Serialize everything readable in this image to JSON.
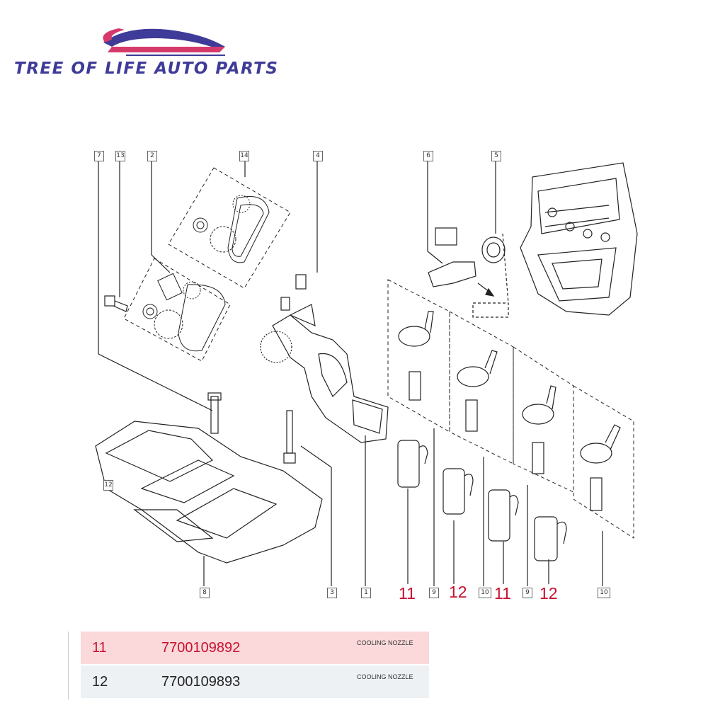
{
  "brand": {
    "name": "TREE OF LIFE AUTO PARTS"
  },
  "diagram": {
    "part_tags": [
      "7",
      "13",
      "2",
      "14",
      "4",
      "6",
      "5",
      "12",
      "8",
      "3",
      "1",
      "9",
      "10",
      "9",
      "10"
    ],
    "callouts": [
      "11",
      "12",
      "11",
      "12"
    ]
  },
  "table": {
    "rows": [
      {
        "num": "11",
        "part": "7700109892",
        "desc": "COOLING NOZZLE"
      },
      {
        "num": "12",
        "part": "7700109893",
        "desc": "COOLING NOZZLE"
      }
    ]
  },
  "colors": {
    "brand": "#3f3b98",
    "accent": "#c8102e",
    "row1": "#fbd9db",
    "row2": "#eef1f4"
  }
}
